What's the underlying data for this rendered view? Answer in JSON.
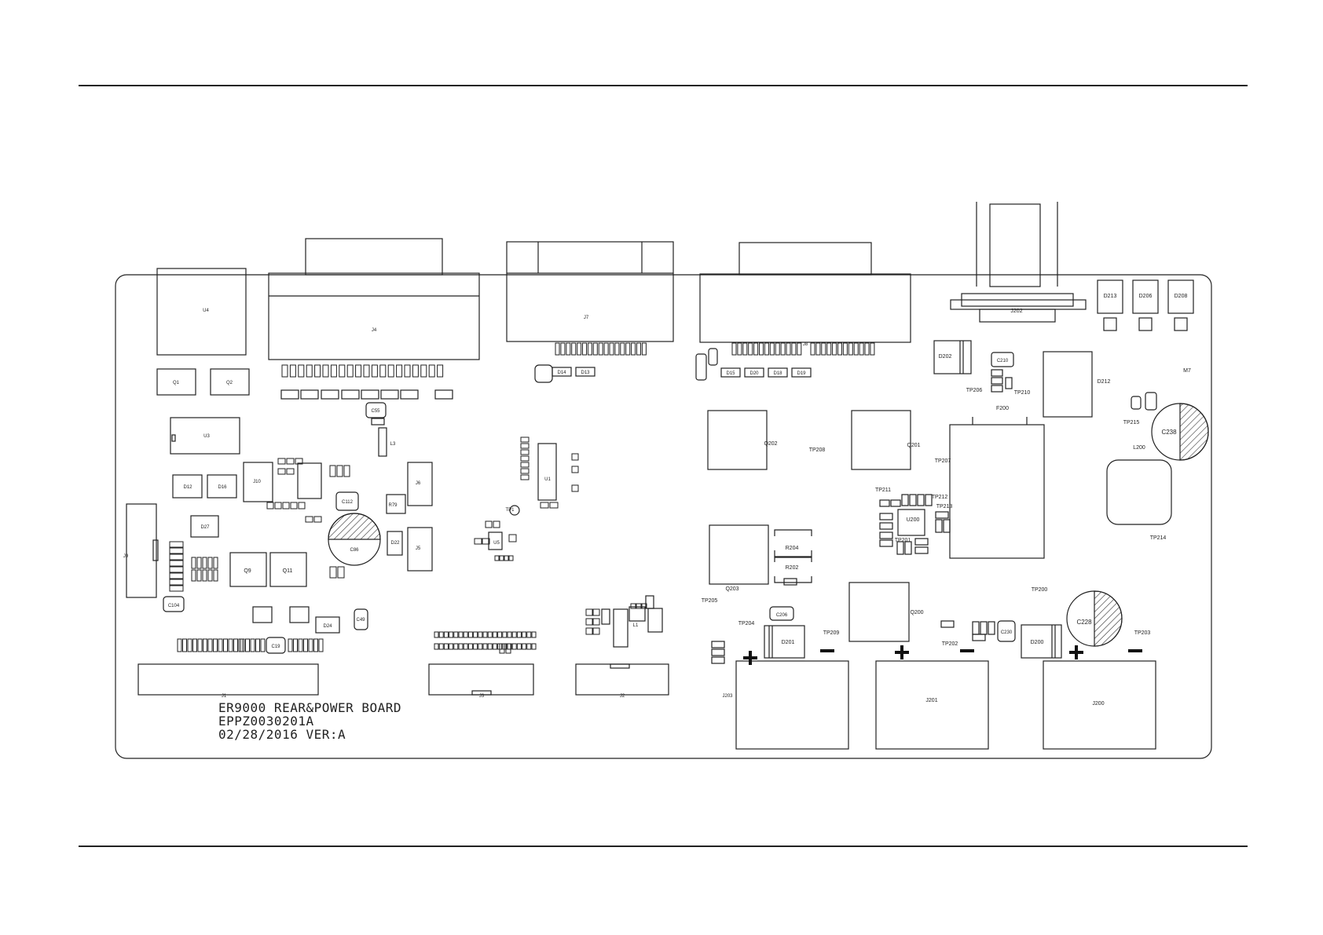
{
  "board": {
    "title_lines": [
      "ER9000 REAR&POWER BOARD",
      "EPPZ0030201A",
      "02/28/2016 VER:A"
    ],
    "corner_mark": "M7"
  },
  "labels": {
    "connectors": [
      "J4",
      "J7",
      "J8",
      "J202",
      "J1",
      "J3",
      "J2",
      "J5",
      "J6",
      "J9",
      "J10",
      "J200",
      "J201",
      "J203"
    ],
    "ics": [
      "U4",
      "U3",
      "U1",
      "U5",
      "U200"
    ],
    "transistors": [
      "Q1",
      "Q2",
      "Q9",
      "Q11",
      "Q200",
      "Q201",
      "Q202",
      "Q203"
    ],
    "diodes": [
      "D213",
      "D206",
      "D208",
      "D202",
      "D212",
      "D201",
      "D200",
      "D12",
      "D16",
      "D27",
      "D22",
      "D24",
      "D14",
      "D13",
      "D15",
      "D20",
      "D18",
      "D19"
    ],
    "capacitors": [
      "C238",
      "C228",
      "C86",
      "C104",
      "C19",
      "C49",
      "C55",
      "C112",
      "C210",
      "C206",
      "C230"
    ],
    "inductors_fuses_resistors": [
      "L200",
      "L3",
      "L1",
      "F200",
      "R204",
      "R202",
      "R79"
    ],
    "test_points": [
      "TP1",
      "TP200",
      "TP201",
      "TP202",
      "TP203",
      "TP204",
      "TP205",
      "TP206",
      "TP207",
      "TP208",
      "TP209",
      "TP210",
      "TP211",
      "TP212",
      "TP213",
      "TP214",
      "TP215"
    ]
  },
  "polarity_marks": [
    "+",
    "−",
    "+",
    "−",
    "+",
    "−"
  ]
}
